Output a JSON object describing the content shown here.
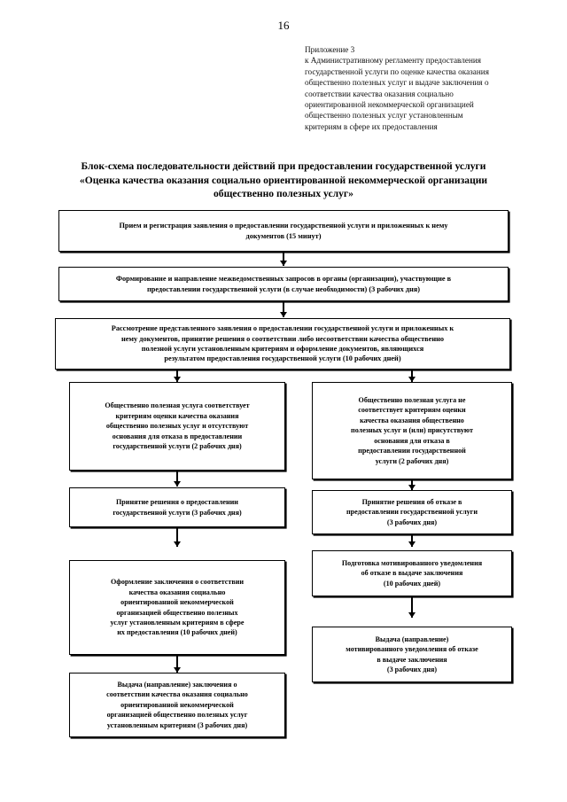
{
  "document": {
    "page_number": "16",
    "appendix_reference": [
      "Приложение 3",
      "к Административному регламенту предоставления",
      "государственной услуги по оценке качества оказания",
      "общественно полезных услуг и выдаче заключения о",
      "соответствии качества оказания социально",
      "ориентированной некоммерческой организацией",
      "общественно полезных услуг установленным",
      "критериям в сфере их предоставления"
    ],
    "title": [
      "Блок-схема последовательности действий при предоставлении государственной услуги",
      "«Оценка качества оказания социально ориентированной некоммерческой организации",
      "общественно полезных услуг»"
    ]
  },
  "chart_data": {
    "type": "diagram",
    "title": "Блок-схема последовательности действий при предоставлении государственной услуги «Оценка качества оказания социально ориентированной некоммерческой организации общественно полезных услуг»",
    "orientation": "top-down",
    "nodes": [
      {
        "id": "n1",
        "shape": "rectangle",
        "lines": [
          "Прием и регистрация заявления о предоставлении государственной услуги и приложенных к нему",
          "документов (15 минут)"
        ]
      },
      {
        "id": "n2",
        "shape": "rectangle",
        "lines": [
          "Формирование и направление межведомственных запросов в органы (организации), участвующие в",
          "предоставлении государственной услуги (в случае необходимости) (3 рабочих дня)"
        ]
      },
      {
        "id": "n3",
        "shape": "rectangle",
        "lines": [
          "Рассмотрение представленного заявления о предоставлении государственной услуги и приложенных к",
          "нему документов, принятие решения о соответствии либо несоответствии качества общественно",
          "полезной услуги установленным критериям и оформление документов, являющихся",
          "результатом предоставления государственной услуги (10 рабочих дней)"
        ]
      },
      {
        "id": "n4l",
        "shape": "rectangle",
        "branch": "left",
        "lines": [
          "Общественно полезная услуга соответствует",
          "критериям оценки качества оказания",
          "общественно полезных услуг и отсутствуют",
          "основания для отказа в предоставлении",
          "государственной услуги (2 рабочих дня)"
        ]
      },
      {
        "id": "n4r",
        "shape": "rectangle",
        "branch": "right",
        "lines": [
          "Общественно полезная услуга не",
          "соответствует критериям оценки",
          "качества оказания общественно",
          "полезных услуг и (или) присутствуют",
          "основания для отказа в",
          "предоставлении государственной",
          "услуги (2 рабочих дня)"
        ]
      },
      {
        "id": "n5l",
        "shape": "rectangle",
        "branch": "left",
        "lines": [
          "Принятие решения о предоставлении",
          "государственной услуги (3 рабочих дня)"
        ]
      },
      {
        "id": "n5r",
        "shape": "rectangle",
        "branch": "right",
        "lines": [
          "Принятие решения об отказе в",
          "предоставлении государственной услуги",
          "(3 рабочих дня)"
        ]
      },
      {
        "id": "n6l",
        "shape": "rectangle",
        "branch": "left",
        "lines": [
          "Оформление заключения о соответствии",
          "качества оказания социально",
          "ориентированной некоммерческой",
          "организацией общественно полезных",
          "услуг установленным критериям в сфере",
          "их предоставления (10 рабочих дней)"
        ]
      },
      {
        "id": "n6r",
        "shape": "rectangle",
        "branch": "right",
        "lines": [
          "Подготовка мотивированного уведомления",
          "об отказе в выдаче заключения",
          "(10 рабочих дней)"
        ]
      },
      {
        "id": "n7l",
        "shape": "rectangle",
        "branch": "left",
        "lines": [
          "Выдача (направление) заключения о",
          "соответствии качества оказания социально",
          "ориентированной некоммерческой",
          "организацией общественно полезных услуг",
          "установленным критериям (3 рабочих дня)"
        ]
      },
      {
        "id": "n7r",
        "shape": "rectangle",
        "branch": "right",
        "lines": [
          "Выдача (направление)",
          "мотивированного уведомления об отказе",
          "в выдаче заключения",
          "(3 рабочих дня)"
        ]
      }
    ],
    "edges": [
      {
        "from": "n1",
        "to": "n2"
      },
      {
        "from": "n2",
        "to": "n3"
      },
      {
        "from": "n3",
        "to": "n4l"
      },
      {
        "from": "n3",
        "to": "n4r"
      },
      {
        "from": "n4l",
        "to": "n5l"
      },
      {
        "from": "n4r",
        "to": "n5r"
      },
      {
        "from": "n5l",
        "to": "n6l"
      },
      {
        "from": "n5r",
        "to": "n6r"
      },
      {
        "from": "n6l",
        "to": "n7l"
      },
      {
        "from": "n6r",
        "to": "n7r"
      }
    ]
  }
}
